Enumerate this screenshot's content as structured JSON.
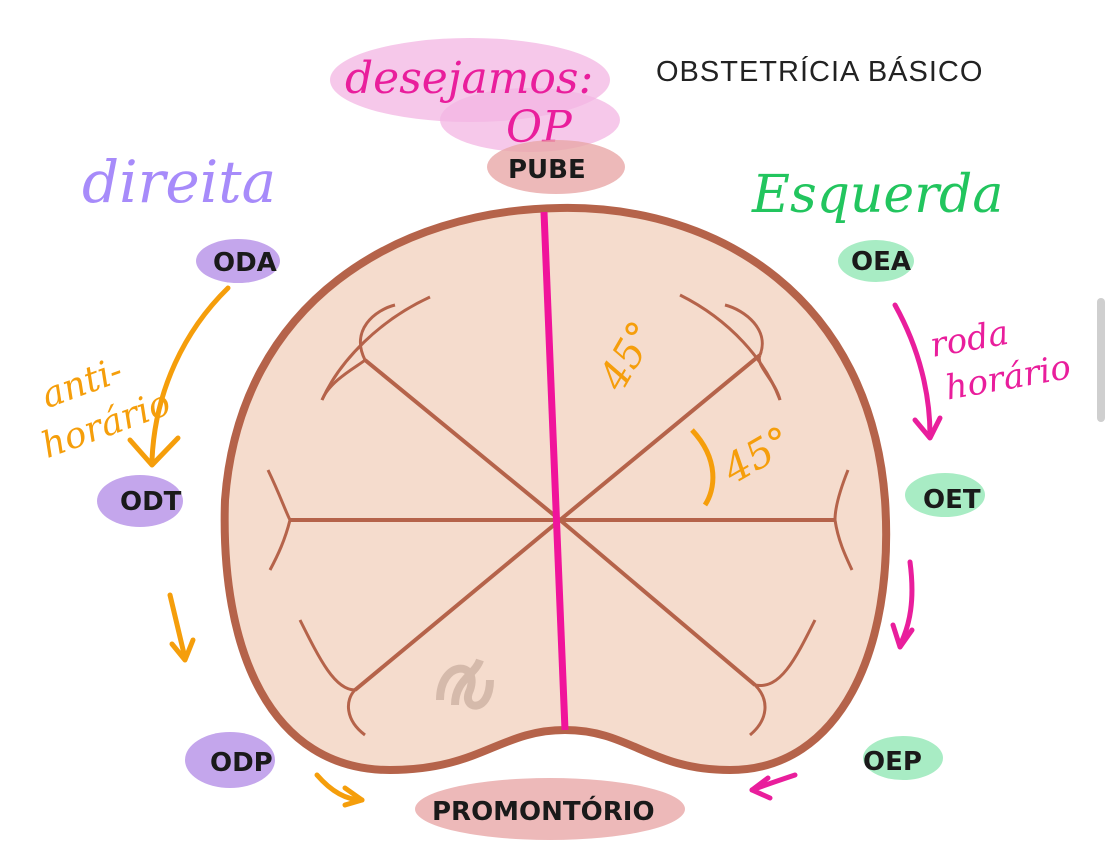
{
  "header": {
    "title": "OBSTETRÍCIA BÁSICO",
    "note_line1": "desejamos:",
    "note_line2": "OP"
  },
  "sides": {
    "right_label": "direita",
    "left_label": "Esquerda"
  },
  "landmarks": {
    "top": "PUBE",
    "bottom": "PROMONTÓRIO"
  },
  "positions": {
    "oda": "ODA",
    "odt": "ODT",
    "odp": "ODP",
    "oea": "OEA",
    "oet": "OET",
    "oep": "OEP"
  },
  "rotation_notes": {
    "left_line1": "anti-",
    "left_line2": "horário",
    "right_line1": "roda",
    "right_line2": "horário"
  },
  "angles": {
    "upper": "45°",
    "right": "45°"
  },
  "colors": {
    "pelvis_fill": "#f5dccd",
    "pelvis_outline": "#b5634a",
    "midline": "#f0149b",
    "right_side": "#a78bfa",
    "left_side": "#22c55e",
    "orange": "#f59e0b",
    "pink": "#e91e9c",
    "label_bg_pink": "#e8a8a8",
    "label_bg_purple": "#c4a6ec",
    "label_bg_green": "#a8ecc4"
  },
  "icons": {
    "watermark": "watermark-logo-icon"
  }
}
